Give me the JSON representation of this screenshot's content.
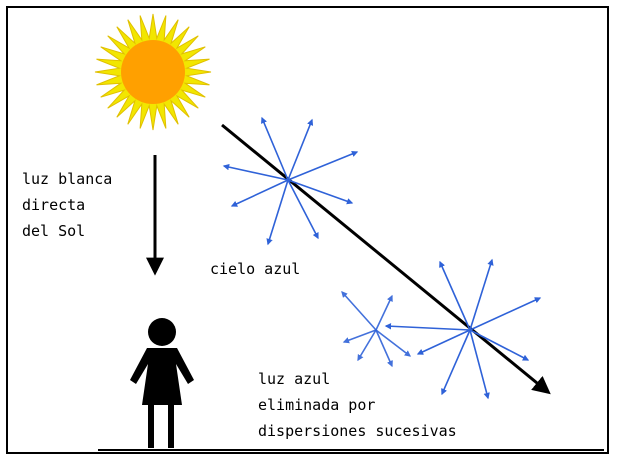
{
  "labels": {
    "white_light_line1": "luz blanca",
    "white_light_line2": "directa",
    "white_light_line3": "del Sol",
    "blue_sky": "cielo azul",
    "blue_removed_line1": "luz azul",
    "blue_removed_line2": "eliminada por",
    "blue_removed_line3": "dispersiones sucesivas"
  },
  "colors": {
    "sun_rays": "#f2e600",
    "sun_core": "#ffa000",
    "scatter_arrows": "#2f62d8",
    "line": "#000000"
  },
  "icons": [
    "sun-icon",
    "person-icon"
  ]
}
